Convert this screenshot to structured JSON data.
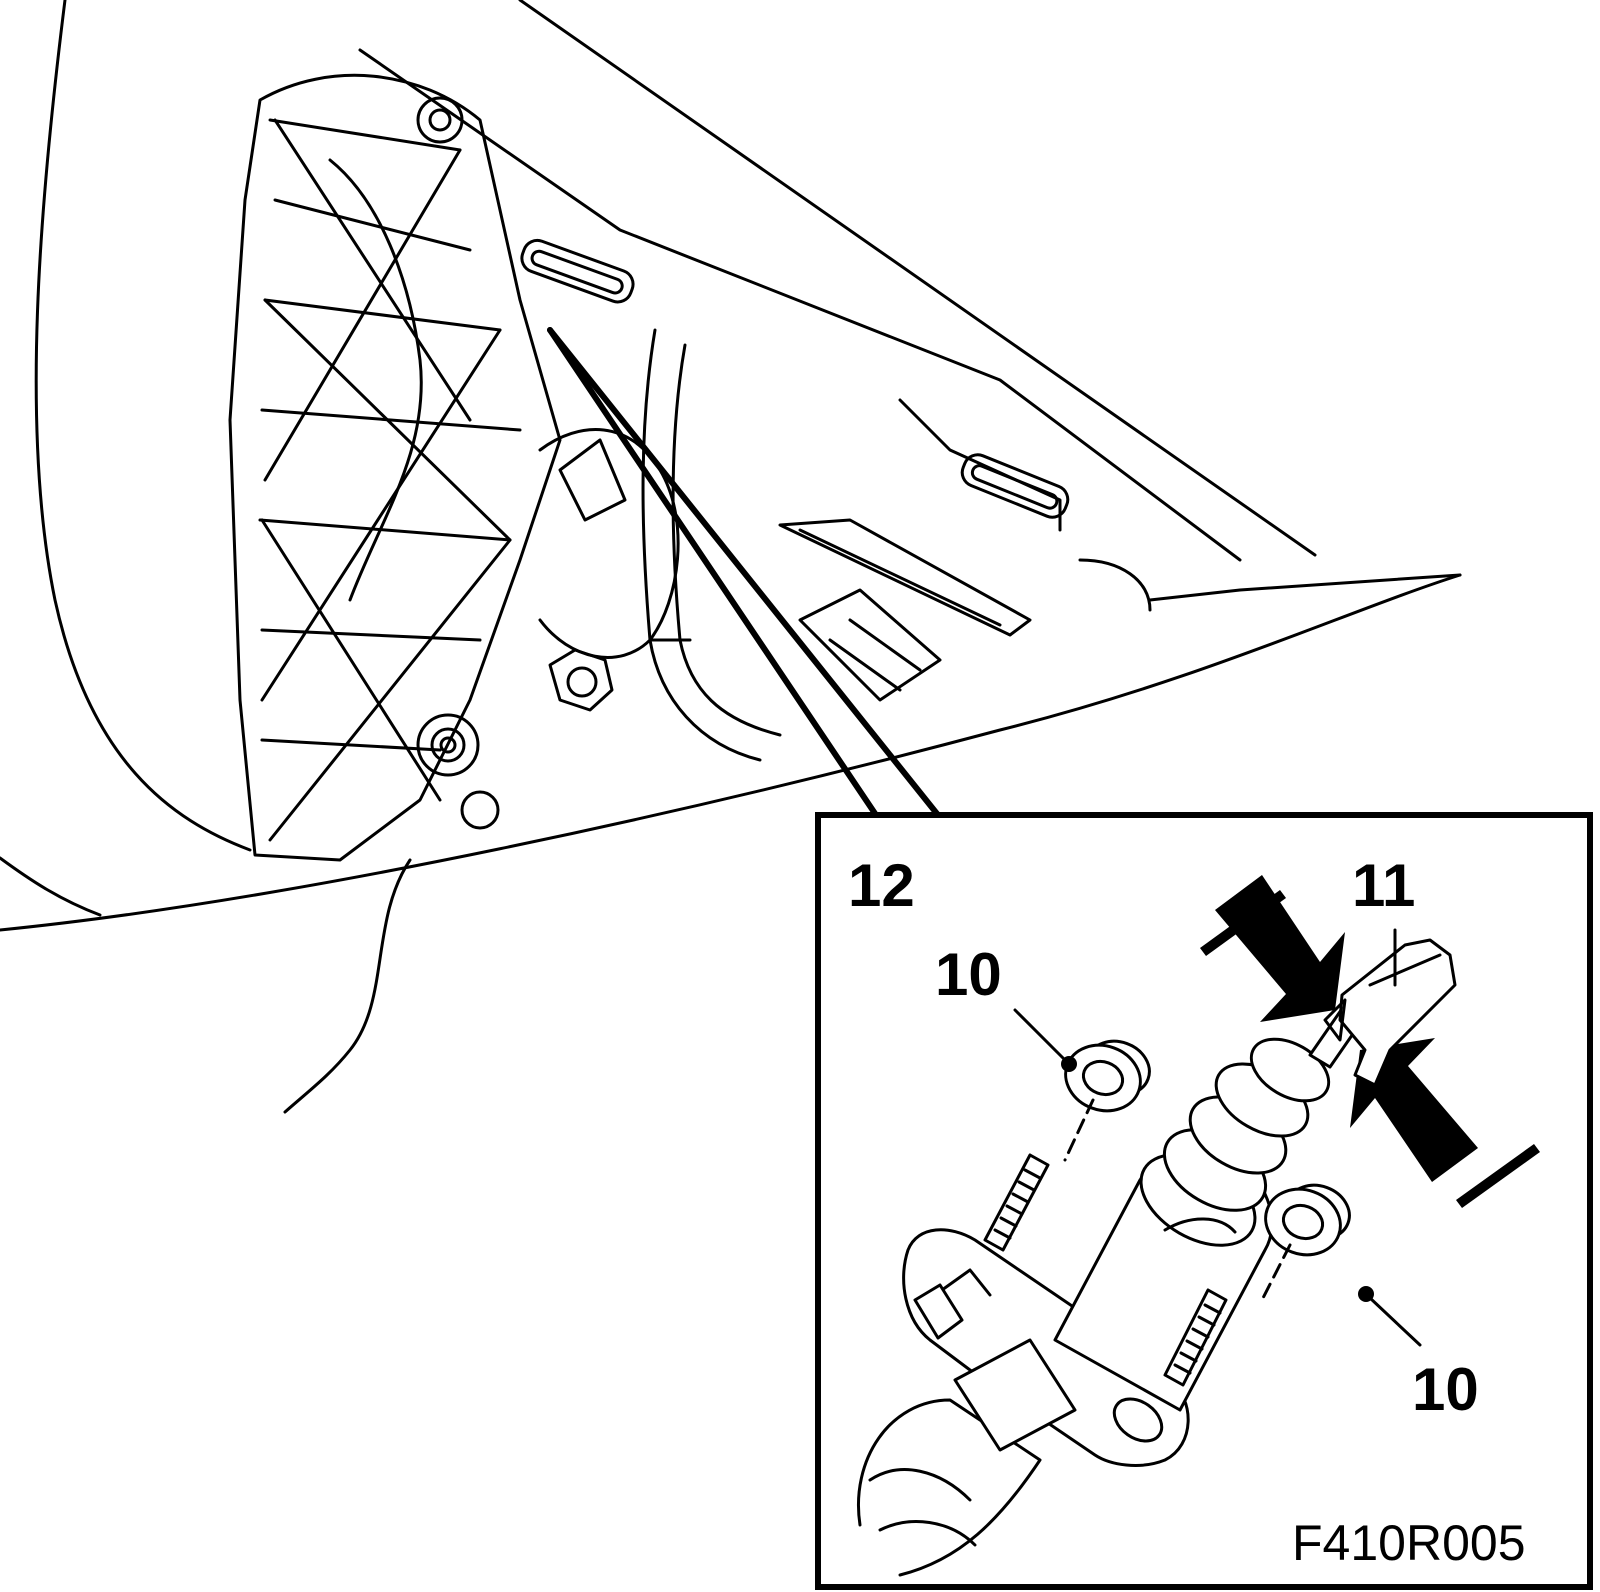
{
  "figure": {
    "id_code": "F410R005",
    "callouts": {
      "label_12": "12",
      "label_11": "11",
      "label_10_top": "10",
      "label_10_bottom": "10"
    }
  }
}
